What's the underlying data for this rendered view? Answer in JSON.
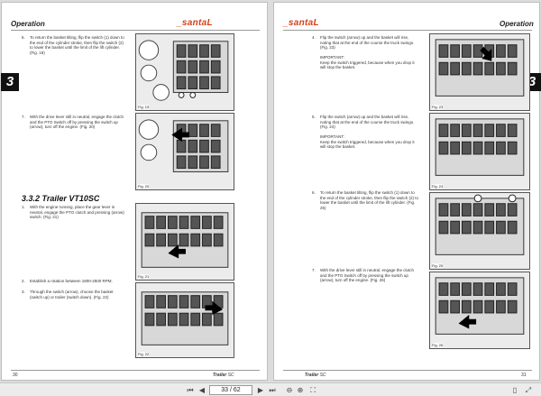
{
  "viewer": {
    "left_page": {
      "section": "Operation",
      "chapter_tab": "3",
      "steps_top": [
        {
          "num": "6.",
          "text": "To return the basket tilting, flip the switch (1) down to the end of the cylinder stroke, then flip the switch (2) to lower the basket until the limit of the lift cylinder. (Fig. 19)"
        },
        {
          "num": "7.",
          "text": "With the drive lever still in neutral, engage the clutch and the PTO Switch off by pressing the switch up (arrow), turn off the engine. (Fig. 20)"
        }
      ],
      "section_title": "3.3.2 Trailer VT10SC",
      "steps_bottom": [
        {
          "num": "1.",
          "text": "With the engine running, place the gear lever in neutral, engage the PTO clutch and pressing (arrow) switch. (Fig. 21)"
        },
        {
          "num": "2.",
          "text": "Establish a rotation between 1800-2500 RPM."
        },
        {
          "num": "3.",
          "text": "Through the switch (arrow), choose the basket (switch up) or trailer (switch down). (Fig. 22)"
        }
      ],
      "figures": [
        "Fig. 19",
        "Fig. 20",
        "Fig. 21",
        "Fig. 22"
      ],
      "page_number": "30",
      "footer_title": "Trailer",
      "footer_suffix": "SC"
    },
    "right_page": {
      "section": "Operation",
      "logo": "_santaL",
      "chapter_tab": "3",
      "steps": [
        {
          "num": "4.",
          "text": "Flip the switch (arrow) up and the basket will rise, noting that at the end of the course the truck swings. (Fig. 23)"
        },
        {
          "num": "5.",
          "text": "Flip the switch (arrow) up and the basket will rise, noting that at the end of the course the truck swings. (Fig. 24)"
        },
        {
          "num": "6.",
          "text": "To return the basket tilting, flip the switch (1) down to the end of the cylinder stroke, then flip the switch (2) to lower the basket until the limit of the lift cylinder. (Fig. 25)"
        },
        {
          "num": "7.",
          "text": "With the drive lever still in neutral, engage the clutch and the PTO Switch off by pressing the switch up (arrow), turn off the engine. (Fig. 26)"
        }
      ],
      "notes": [
        "IMPORTANT:\nKeep the switch triggered, because when you drop it will stop the basket.",
        "IMPORTANT:\nKeep the switch triggered, because when you drop it will stop the basket."
      ],
      "figures": [
        "Fig. 23",
        "Fig. 24",
        "Fig. 25",
        "Fig. 26"
      ],
      "page_number": "31",
      "footer_title": "Trailer",
      "footer_suffix": "SC"
    },
    "left_logo": "_santaL"
  },
  "toolbar": {
    "first_icon": "first-page-icon",
    "prev_icon": "prev-page-icon",
    "page_value": "33 / 62",
    "next_icon": "next-page-icon",
    "last_icon": "last-page-icon",
    "accent": "#d43f15"
  }
}
